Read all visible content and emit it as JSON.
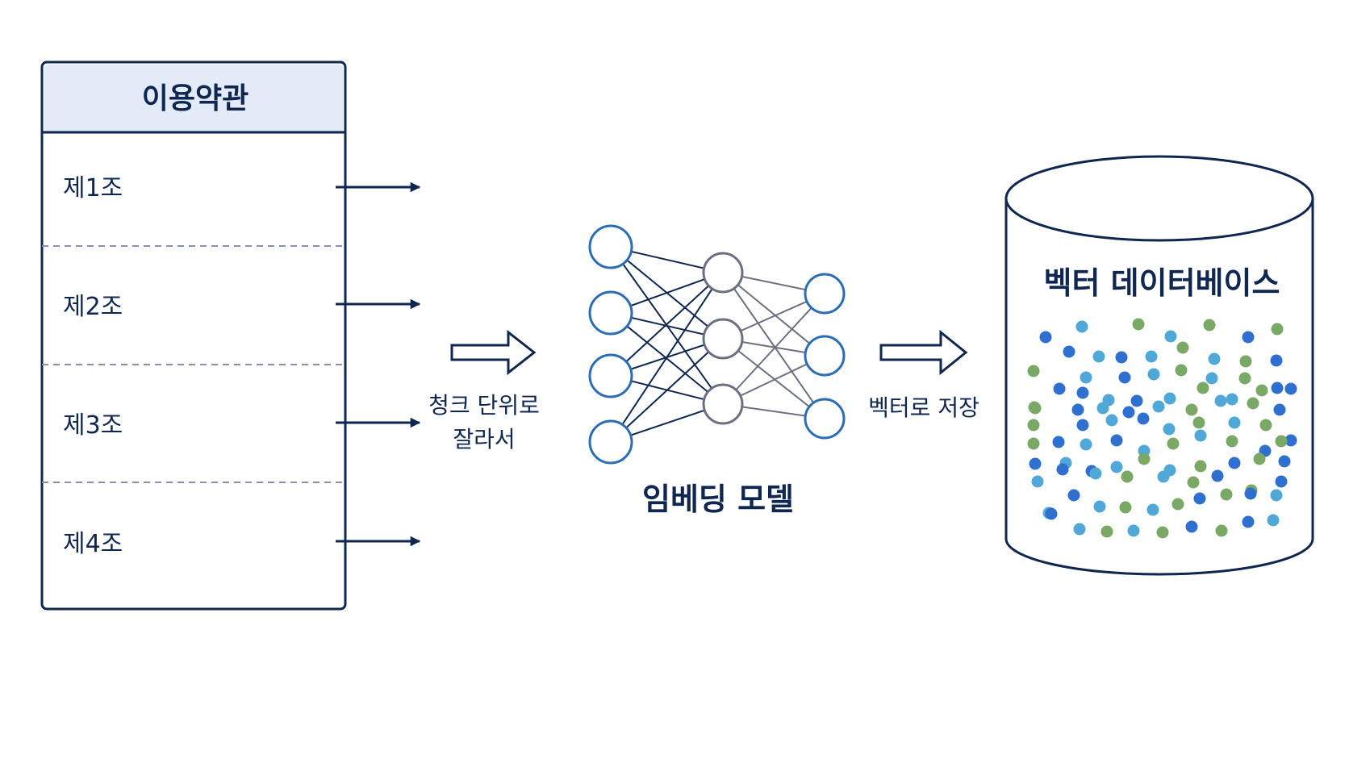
{
  "document": {
    "title": "이용약관",
    "articles": [
      "제1조",
      "제2조",
      "제3조",
      "제4조"
    ]
  },
  "steps": {
    "chunking_line1": "청크 단위로",
    "chunking_line2": "잘라서",
    "embedding_model": "임베딩 모델",
    "store_label": "벡터로 저장"
  },
  "database": {
    "label": "벡터 데이터베이스"
  },
  "colors": {
    "ink": "#0f2750",
    "header_fill": "#e2ebf7",
    "input_node": "#2a6db5",
    "hidden_node": "#6b6f80",
    "output_node": "#2a6db5",
    "divider": "#8a8fb0",
    "dot_palette": [
      "#2f6fcf",
      "#5b6bb0",
      "#8a93a6",
      "#7aa865",
      "#e08a2e",
      "#c28bb0",
      "#4fa8d8",
      "#3a9ba0",
      "#8a3fb0"
    ]
  }
}
